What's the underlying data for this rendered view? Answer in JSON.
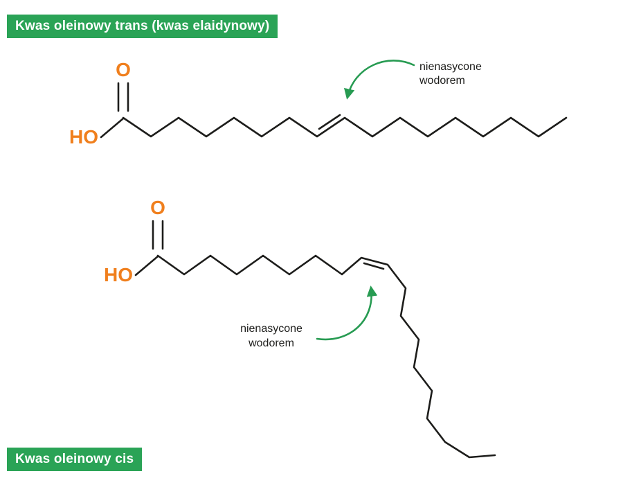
{
  "badges": {
    "trans": "Kwas oleinowy trans (kwas elaidynowy)",
    "cis": "Kwas oleinowy cis"
  },
  "trans_molecule": {
    "carbonyl_oxygen": "O",
    "hydroxyl_group": "HO",
    "annotation": {
      "line1": "nienasycone",
      "line2": "wodorem"
    }
  },
  "cis_molecule": {
    "carbonyl_oxygen": "O",
    "hydroxyl_group": "HO",
    "annotation": {
      "line1": "nienasycone",
      "line2": "wodorem"
    }
  },
  "colors": {
    "badge_green": "#2aa356",
    "badge_text": "#ffffff",
    "arrow_green": "#279b52",
    "accent_orange": "#f07f1d",
    "bond": "#1d1d1b",
    "text": "#1d1d1b",
    "background": "#ffffff"
  }
}
